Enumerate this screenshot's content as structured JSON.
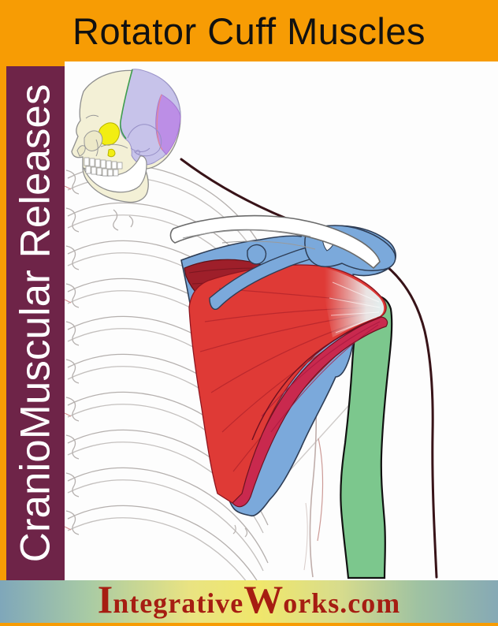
{
  "header": {
    "title": "Rotator Cuff Muscles",
    "bg_color": "#F79C04",
    "text_color": "#111111"
  },
  "sidebar": {
    "label": "CranioMuscular Releases",
    "bg_color": "#6E2448",
    "text_color": "#FFFFFF"
  },
  "footer": {
    "brand_initial_1": "I",
    "brand_part_1": "ntegrative",
    "brand_initial_2": "W",
    "brand_part_2": "orks.com",
    "text_color": "#A61D12",
    "gradient_colors": [
      "#7FA7BA",
      "#A9CBA4",
      "#F0E76B",
      "#9FC2A2",
      "#86A9B5"
    ]
  },
  "illustration": {
    "subject": "Posterior view of right shoulder showing rotator cuff muscles on the scapula with humerus",
    "colors": {
      "muscle_red": "#DF3A36",
      "muscle_dark_red": "#9E1F2A",
      "muscle_crimson": "#C9294E",
      "scapula_blue": "#7BA9DB",
      "humerus_green": "#7CC78D",
      "tendon_fade": "#E8F3F4",
      "body_outline": "#381318",
      "bone_white": "#FFFFFF",
      "rib_line": "#B5B0AE"
    },
    "skull": {
      "subject": "Lateral skull with color-coded cranial bones",
      "colors": {
        "cranium_cream": "#F3F0D6",
        "parietal_lavender": "#C7C3EA",
        "occipital_purple": "#BC8EE6",
        "sphenoid_yellow": "#F2EE12",
        "mandible_white": "#FFFFFF",
        "suture_green": "#3F9E4E",
        "suture_pink": "#E08898",
        "outline_gray": "#8E8E8E"
      }
    }
  }
}
